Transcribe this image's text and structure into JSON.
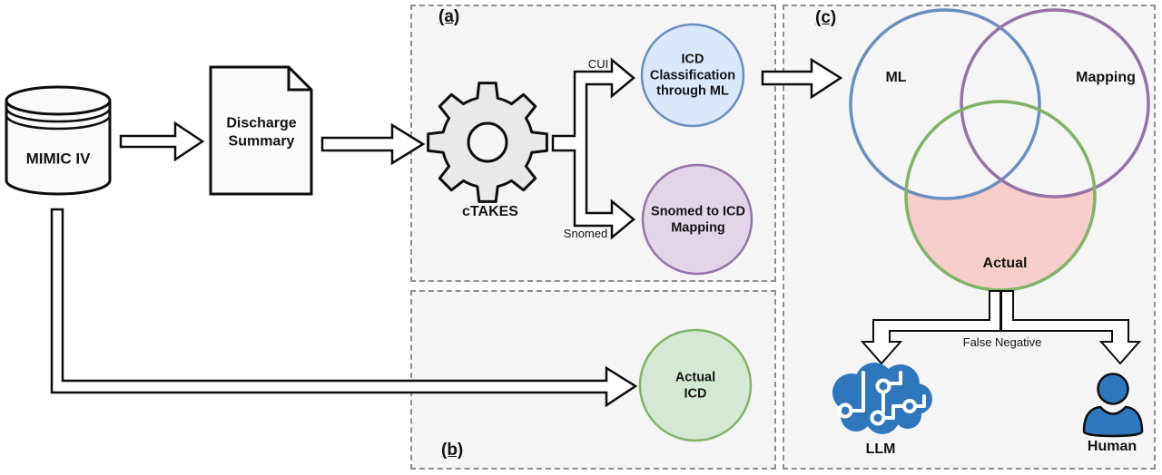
{
  "palette": {
    "panel_bg": "#f5f5f5",
    "stroke_black": "#0d0d0d",
    "shape_fill": "#fafafa",
    "gear_fill": "#e9e9e9",
    "blue_fill": "#dae8fc",
    "blue_stroke": "#6c8ebf",
    "purple_fill": "#e1d5e7",
    "purple_stroke": "#9673a6",
    "green_fill": "#d5e8d4",
    "green_stroke": "#82b366",
    "pink_fill": "#f8cecc",
    "icon_blue": "#2e77bd"
  },
  "panels": {
    "a": {
      "label": "(a)"
    },
    "b": {
      "label": "(b)"
    },
    "c": {
      "label": "(c)"
    }
  },
  "pipeline": {
    "mimic_label": "MIMIC IV",
    "discharge_label": "Discharge Summary",
    "ctakes_label": "cTAKES",
    "cui_branch_label": "CUI",
    "snomed_branch_label": "Snomed",
    "icd_ml_label": "ICD Classification through ML",
    "snomed_mapping_label": "Snomed to ICD Mapping",
    "actual_icd_label": "Actual ICD"
  },
  "venn": {
    "ml_label": "ML",
    "mapping_label": "Mapping",
    "actual_label": "Actual"
  },
  "review": {
    "false_negative_label": "False Negative",
    "llm_label": "LLM",
    "human_label": "Human"
  }
}
